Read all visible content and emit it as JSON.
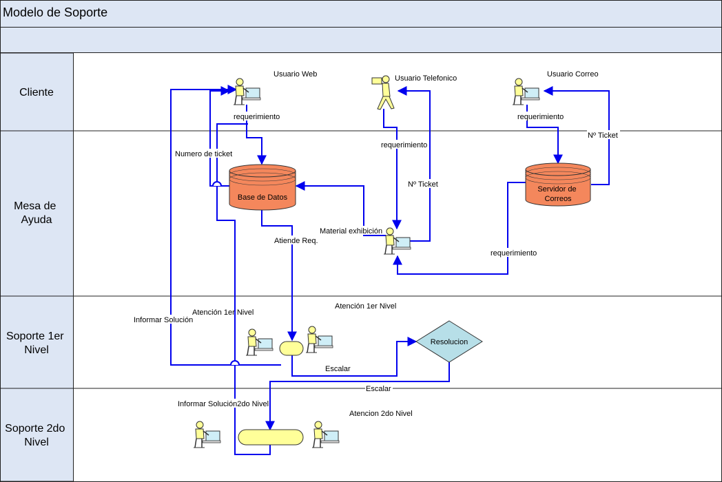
{
  "title": "Modelo de Soporte",
  "colors": {
    "lane_header_fill": "#dde6f4",
    "lane_border": "#1f1f1f",
    "flow_line": "#0000ee",
    "database_fill": "#f4875c",
    "decision_fill": "#b7dfe8",
    "terminator_fill": "#ffff99",
    "person_fill": "#ffff99",
    "person_desk_fill": "#cfeef7"
  },
  "lanes": [
    {
      "label_lines": [
        "Cliente"
      ]
    },
    {
      "label_lines": [
        "Mesa de",
        "Ayuda"
      ]
    },
    {
      "label_lines": [
        "Soporte 1er",
        "Nivel"
      ]
    },
    {
      "label_lines": [
        "Soporte 2do",
        "Nivel"
      ]
    }
  ],
  "shapes": {
    "database": "Base de Datos",
    "mail_server_lines": [
      "Servidor de",
      "Correos"
    ],
    "decision": "Resolucion"
  },
  "actors": {
    "web_user": "Usuario Web",
    "phone_user": "Usuario Telefonico",
    "mail_user": "Usuario Correo",
    "first_level_left": "Atención 1er Nivel",
    "first_level_right": "Atención 1er Nivel",
    "second_level": "Atencion 2do Nivel"
  },
  "flow_labels": {
    "req_web": "requerimiento",
    "ticket_number": "Numero de ticket",
    "req_phone": "requerimiento",
    "ticket_phone": "Nº Ticket",
    "req_mail": "requerimiento",
    "ticket_mail": "Nº Ticket",
    "material": "Material exhibición",
    "req_server": "requerimiento",
    "attends": "Atiende Req.",
    "inform_solution": "Informar Solución",
    "escalate_1": "Escalar",
    "escalate_2": "Escalar",
    "inform_solution_2": "Informar Solución2do Nivel"
  }
}
